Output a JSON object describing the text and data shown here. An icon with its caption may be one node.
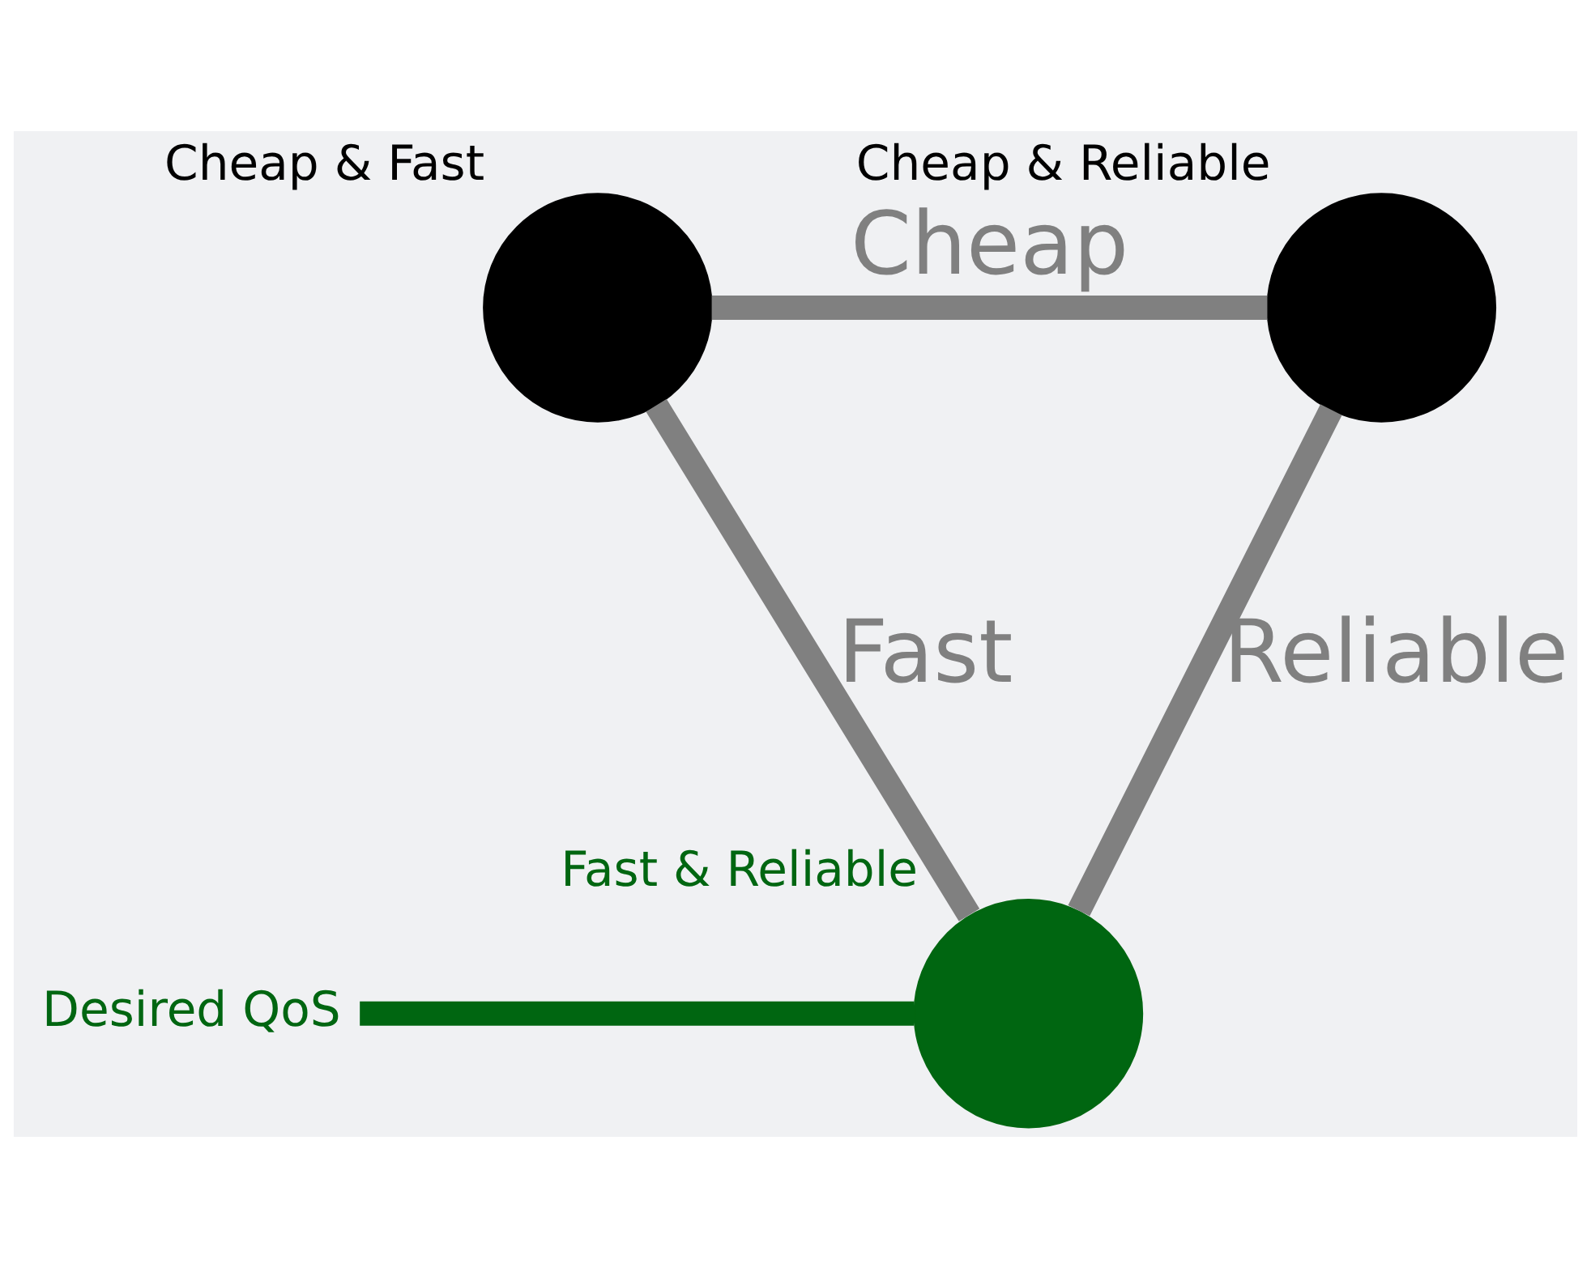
{
  "diagram": {
    "nodes": [
      {
        "text": [
          "Cheap & Fast"
        ]
      },
      {
        "text": [
          "Cheap & Reliable"
        ]
      },
      {
        "text": [
          "Fast & Reliable"
        ]
      },
      {
        "text": [
          "Desired QoS"
        ]
      }
    ],
    "edges": [
      {
        "from": 0,
        "to": 1,
        "arrow": "none",
        "label": "Cheap"
      },
      {
        "from": 0,
        "to": 2,
        "arrow": "none",
        "label": "Fast"
      },
      {
        "from": 1,
        "to": 2,
        "arrow": "none",
        "label": "Reliable"
      },
      {
        "from": 3,
        "to": 2,
        "arrow": "none",
        "color": "#006611"
      }
    ]
  }
}
